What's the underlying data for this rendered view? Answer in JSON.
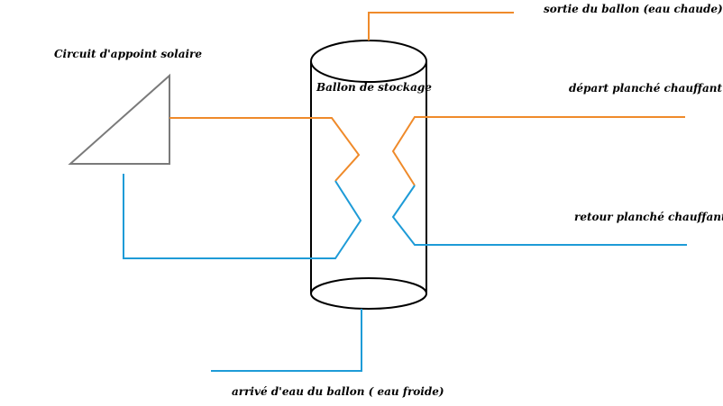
{
  "colors": {
    "hot": "#ef8a2a",
    "cold": "#1e9bd7",
    "tank": "#000000",
    "collector": "#7a7a7a",
    "background": "#ffffff"
  },
  "labels": {
    "collector": "Circuit d'appoint solaire",
    "tank": "Ballon de stockage",
    "hot_outlet": "sortie du ballon (eau chaude)",
    "floor_supply": "départ planché chauffant",
    "floor_return": "retour planché chauffant",
    "cold_inlet": "arrivé d'eau du ballon ( eau froide)"
  }
}
